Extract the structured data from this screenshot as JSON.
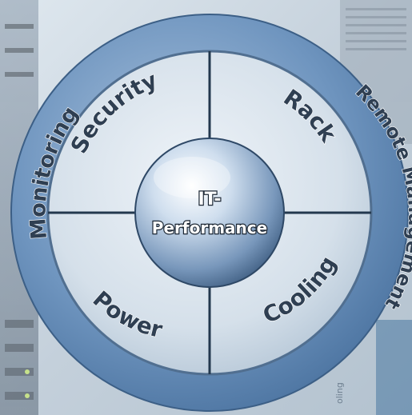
{
  "diagram": {
    "outer_ring_labels": {
      "left": "Monitoring",
      "right": "Remote Management"
    },
    "quadrants": {
      "top_left": "Security",
      "top_right": "Rack",
      "bottom_left": "Power",
      "bottom_right": "Cooling"
    },
    "center": {
      "line1": "IT-",
      "line2": "Performance"
    },
    "background_fragment": "oling"
  },
  "colors": {
    "outer_ring": "#5f88b6",
    "inner_ring": "#cfdbe6",
    "divider": "#23384e",
    "center_light": "#eef4fa",
    "center_dark": "#4f6f92"
  }
}
